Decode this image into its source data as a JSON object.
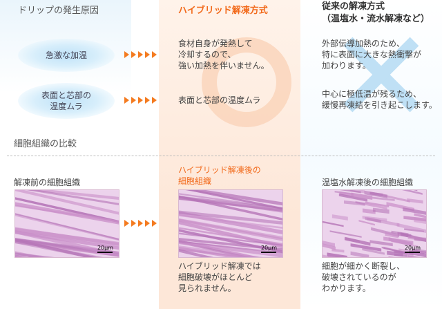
{
  "headers": {
    "left": "ドリップの発生原因",
    "mid": "ハイブリッド解凍方式",
    "right": [
      "従来の解凍方式",
      "（温塩水・流水解凍など）"
    ]
  },
  "causes": [
    [
      "急激な加温"
    ],
    [
      "表面と芯部の",
      "温度ムラ"
    ]
  ],
  "hybrid": [
    [
      "食材自身が発熱して",
      "冷却するので、",
      "強い加熱を伴いません。"
    ],
    [
      "表面と芯部の温度ムラ"
    ]
  ],
  "conventional": [
    [
      "外部伝導加熱のため、",
      "特に表面に大きな熱衝撃が",
      "加わります。"
    ],
    [
      "中心に極低温が残るため、",
      "緩慢再凍結を引き起こします。"
    ]
  ],
  "section_title": "細胞組織の比較",
  "captions": {
    "before": "解凍前の細胞組織",
    "hybrid": [
      "ハイブリッド解凍後の",
      "細胞組織"
    ],
    "conventional": "温塩水解凍後の細胞組織"
  },
  "scale_label": "20μm",
  "bottom": {
    "hybrid": [
      "ハイブリッド解凍では",
      "細胞破壊がほとんど",
      "見られません。"
    ],
    "conventional": [
      "細胞が細かく断裂し、",
      "破壊されているのが",
      "わかります。"
    ]
  },
  "icons": {
    "arrow": "triangle-arrow-icon",
    "good": "circle-mark-icon",
    "bad": "cross-mark-icon"
  },
  "colors": {
    "accent": "#f26a1b",
    "mid_bg": "#fde7d8",
    "left_bg": "#eaf5fc",
    "circle": "#fbd6be",
    "cross": "#bfe0f5"
  }
}
